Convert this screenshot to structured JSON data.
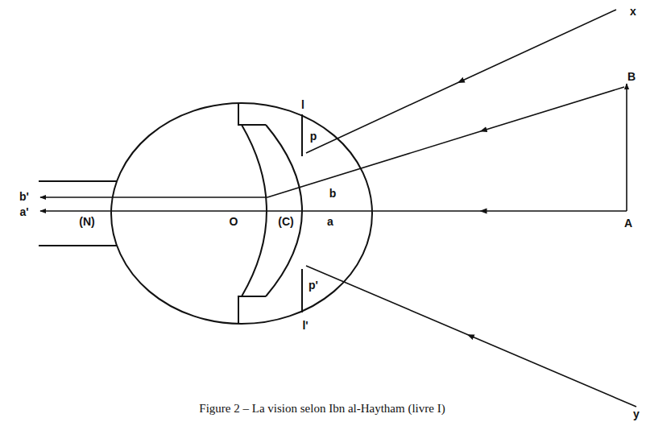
{
  "diagram": {
    "caption": "Figure 2 – La vision selon Ibn al-Haytham (livre I)",
    "labels": [
      "x",
      "B",
      "l",
      "p",
      "b'",
      "b",
      "a'",
      "(N)",
      "O",
      "(C)",
      "a",
      "A",
      "p'",
      "l'",
      "y"
    ]
  }
}
